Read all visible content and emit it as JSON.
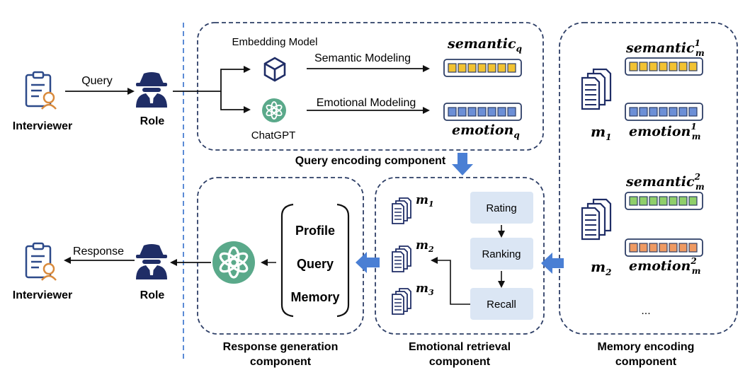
{
  "colors": {
    "dash_border": "#2d3e66",
    "divider": "#5b8bd6",
    "blue_arrow": "#4a7fd4",
    "semantic_cell": "#f2c231",
    "emotion_cell": "#6c8fd6",
    "semantic2_cell": "#8fcf6a",
    "emotion2_cell": "#ef9a62",
    "retrieval_box": "#dbe6f4",
    "chatgpt_green": "#5aa98a",
    "icon_navy": "#1f2d66"
  },
  "left": {
    "interviewer_top": "Interviewer",
    "query_label": "Query",
    "role_top": "Role",
    "interviewer_bottom": "Interviewer",
    "response_label": "Response",
    "role_bottom": "Role"
  },
  "query_encoding": {
    "embedding_model": "Embedding Model",
    "chatgpt": "ChatGPT",
    "semantic_modeling": "Semantic Modeling",
    "emotional_modeling": "Emotional Modeling",
    "semantic_q": "semantic",
    "semantic_q_sub": "q",
    "emotion_q": "emotion",
    "emotion_q_sub": "q",
    "title": "Query encoding component"
  },
  "memory_encoding": {
    "semantic_m1": "semantic",
    "semantic_m1_sup": "1",
    "semantic_m1_sub": "m",
    "emotion_m1": "emotion",
    "emotion_m1_sup": "1",
    "emotion_m1_sub": "m",
    "m1": "m",
    "m1_sub": "1",
    "semantic_m2": "semantic",
    "semantic_m2_sup": "2",
    "semantic_m2_sub": "m",
    "emotion_m2": "emotion",
    "emotion_m2_sup": "2",
    "emotion_m2_sub": "m",
    "m2": "m",
    "m2_sub": "2",
    "ellipsis": "...",
    "title_line1": "Memory encoding",
    "title_line2": "component"
  },
  "emotional_retrieval": {
    "m1": "m",
    "m1_sub": "1",
    "m2": "m",
    "m2_sub": "2",
    "m3": "m",
    "m3_sub": "3",
    "rating": "Rating",
    "ranking": "Ranking",
    "recall": "Recall",
    "title_line1": "Emotional retrieval",
    "title_line2": "component"
  },
  "response_generation": {
    "profile": "Profile",
    "query": "Query",
    "memory": "Memory",
    "title_line1": "Response generation",
    "title_line2": "component"
  }
}
